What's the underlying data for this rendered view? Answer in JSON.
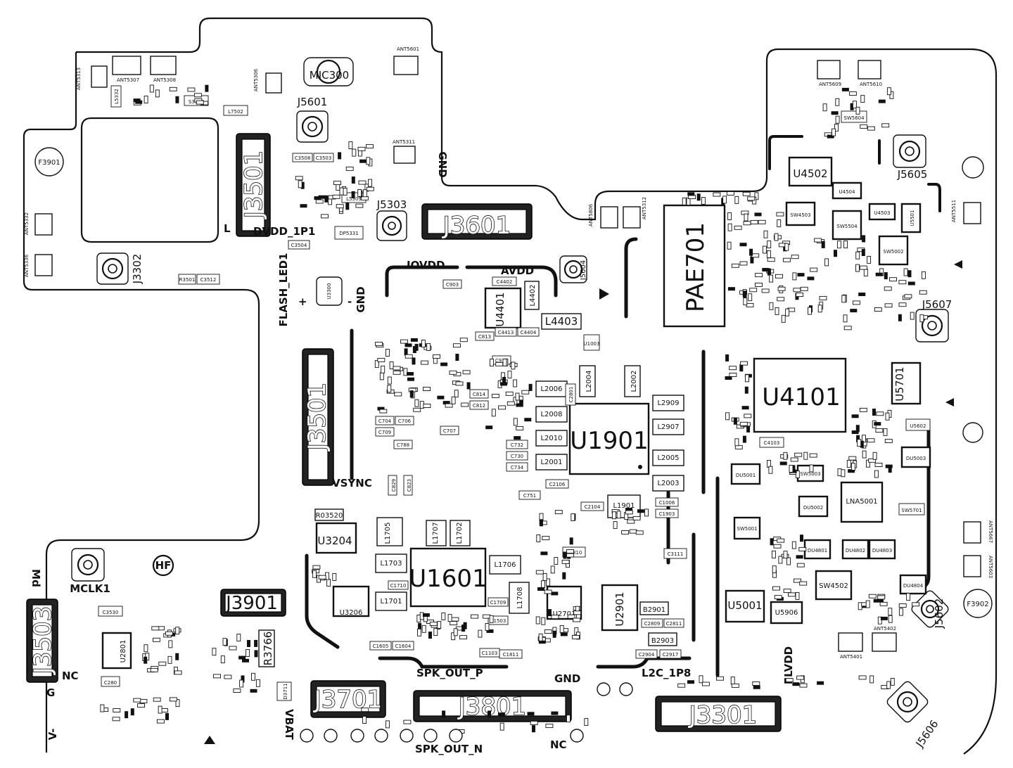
{
  "chips": {
    "u1901": "U1901",
    "u1601": "U1601",
    "u4101": "U4101",
    "pae701": "PAE701",
    "u4502": "U4502",
    "u5001": "U5001",
    "u2901": "U2901",
    "u2701": "U2701",
    "u3204": "U3204",
    "u3206": "U3206",
    "u2801": "U2801",
    "lna5001": "LNA5001",
    "u5701": "U5701",
    "u4401": "U4401"
  },
  "connectors": {
    "j3601": "J3601",
    "j3501": "J3501",
    "j3502": "J3501",
    "j3701": "J3701",
    "j3801": "J3801",
    "j3301": "J3301",
    "j3503": "J3503",
    "j3901": "J3901"
  },
  "rf_ports": {
    "j5601": "J5601",
    "j5303": "J5303",
    "j3302": "J3302",
    "j5605": "J5605",
    "j5607": "J5607",
    "j5604": "J5604",
    "j5602": "J5602",
    "j5606": "J5606",
    "mclk1": "MCLK1",
    "mic": "MIC300"
  },
  "nets": {
    "dvdd": "DVDD_1P1",
    "iovdd": "IOVDD",
    "avdd": "AVDD",
    "flash": "FLASH_LED1",
    "vsync": "VSYNC",
    "spk_p": "SPK_OUT_P",
    "spk_n": "SPK_OUT_N",
    "gnd_bottom": "GND",
    "gnd_mid": "GND",
    "gnd_top": "GND",
    "l2c": "L2C_1P8",
    "elvdd": "ELVDD",
    "nc_bottom": "NC",
    "nc_left": "NC",
    "vbat": "VBAT",
    "hf": "HF",
    "md": "Md",
    "g": "G",
    "vminus": "V-",
    "plus": "+",
    "minus": "-",
    "l": "L"
  },
  "fiducials": {
    "f3901": "F3901",
    "f3902": "F3902"
  },
  "inductors": {
    "l4403": "L4403",
    "l4402": "L4402",
    "l2006": "L2006",
    "l2008": "L2008",
    "l2010": "L2010",
    "l2001": "L2001",
    "l2004": "L2004",
    "l2002": "L2002",
    "l2909": "L2909",
    "l2907": "L2907",
    "l2005": "L2005",
    "l2003": "L2003",
    "l1901": "L1901",
    "l1705": "L1705",
    "l1703": "L1703",
    "l1701": "L1701",
    "l1706": "L1706",
    "l1708": "L1708",
    "l1707": "L1707",
    "l1702": "L1702",
    "r3766": "R3766",
    "r03520": "R03520",
    "b2901": "B2901",
    "b2903": "B2903"
  },
  "antennas": {
    "ant5313": "ANT5313",
    "ant5307": "ANT5307",
    "ant5308": "ANT5308",
    "ant5306": "ANT5306",
    "ant5601": "ANT5601",
    "ant5311": "ANT5311",
    "ant5312": "ANT5312",
    "ant5609": "ANT5609",
    "ant5610": "ANT5610",
    "ant5511": "ANT5511",
    "ant5667": "ANT5667",
    "ant5603": "ANT5603",
    "ant5402": "ANT5402",
    "ant5401": "ANT5401",
    "ant5332": "ANT5332",
    "ant5336": "ANT5336",
    "ant5806": "ANT5806"
  },
  "small": {
    "c4402": "C4402",
    "c4413": "C4413",
    "c4404": "C4404",
    "c3504": "C3504",
    "c3512": "C3512",
    "c3530": "C3530",
    "c2801": "C2801",
    "u5906": "U5906",
    "sw4502": "SW4502",
    "du5001": "DU5001",
    "du5002": "DU5002",
    "du5003": "DU5003",
    "du4801": "DU4801",
    "du4802": "DU4802",
    "du4803": "DU4803",
    "du4804": "DU4804",
    "sw5002": "SW5002",
    "sw4503": "SW4503",
    "sw5504": "SW5504",
    "u4503": "U4503",
    "u4504": "U4504",
    "u5501": "U5501",
    "c4103": "C4103",
    "c1810": "C1810",
    "c3111": "C3111",
    "c829": "C829",
    "c732": "C732",
    "c734": "C734",
    "c730": "C730",
    "c751": "C751",
    "c704": "C704",
    "c706": "C706",
    "c709": "C709",
    "c788": "C788",
    "c707": "C707",
    "c2104": "C2104",
    "c2106": "C2106",
    "c1006": "C1006",
    "c1903": "C1903",
    "c1811": "C1811",
    "c1103": "C1103",
    "c1604": "C1604",
    "c1605": "C1605",
    "c1503": "C1503",
    "c1709": "C1709",
    "c1710": "C1710",
    "c2809": "C2809",
    "c2811": "C2811",
    "c2917": "C2917",
    "c2904": "C2904",
    "c280": "C280",
    "c3503": "C3503",
    "c3508": "C3508",
    "c812": "C812",
    "c813": "C813",
    "c912": "C912",
    "c814": "C814",
    "c823": "C823",
    "c903": "C903",
    "l5309": "L5309",
    "l5332": "L5332",
    "sw5604": "SW5604",
    "sw5701": "SW5701",
    "sw5001": "SW5001",
    "sw5003": "SW5003",
    "u5602": "U5602",
    "u3300": "U3300",
    "l7502": "L7502",
    "s3503": "S3503",
    "r3501": "R3501",
    "d3711": "D3711",
    "dp5331": "DP5331",
    "u1003": "U1003"
  },
  "colors": {
    "ink": "#111111",
    "board": "#ffffff"
  }
}
